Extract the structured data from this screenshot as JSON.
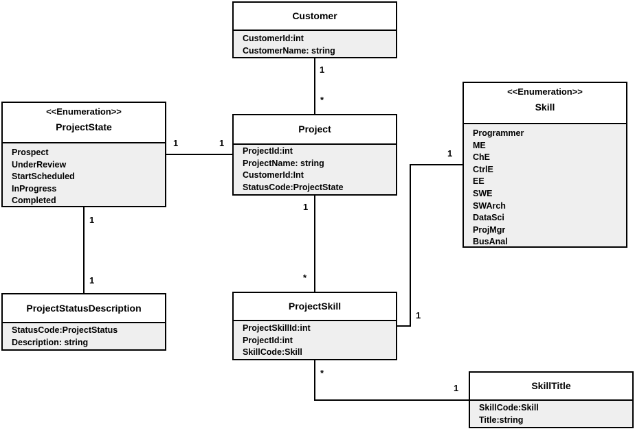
{
  "classes": {
    "customer": {
      "name": "Customer",
      "attributes": [
        "CustomerId:int",
        "CustomerName: string"
      ]
    },
    "project_state": {
      "stereotype": "<<Enumeration>>",
      "name": "ProjectState",
      "attributes": [
        "Prospect",
        "UnderReview",
        "StartScheduled",
        "InProgress",
        "Completed"
      ]
    },
    "project": {
      "name": "Project",
      "attributes": [
        "ProjectId:int",
        "ProjectName: string",
        "CustomerId:Int",
        "StatusCode:ProjectState"
      ]
    },
    "skill": {
      "stereotype": "<<Enumeration>>",
      "name": "Skill",
      "attributes": [
        "Programmer",
        "ME",
        "ChE",
        "CtrlE",
        "EE",
        "SWE",
        "SWArch",
        "DataSci",
        "ProjMgr",
        "BusAnal"
      ]
    },
    "project_status_description": {
      "name": "ProjectStatusDescription",
      "attributes": [
        "StatusCode:ProjectStatus",
        "Description: string"
      ]
    },
    "project_skill": {
      "name": "ProjectSkill",
      "attributes": [
        "ProjectSkillId:int",
        "ProjectId:int",
        "SkillCode:Skill"
      ]
    },
    "skill_title": {
      "name": "SkillTitle",
      "attributes": [
        "SkillCode:Skill",
        "Title:string"
      ]
    }
  },
  "associations": [
    {
      "from": "Customer",
      "to": "Project",
      "from_multiplicity": "1",
      "to_multiplicity": "*"
    },
    {
      "from": "ProjectState",
      "to": "Project",
      "from_multiplicity": "1",
      "to_multiplicity": "1"
    },
    {
      "from": "ProjectState",
      "to": "ProjectStatusDescription",
      "from_multiplicity": "1",
      "to_multiplicity": "1"
    },
    {
      "from": "Project",
      "to": "ProjectSkill",
      "from_multiplicity": "1",
      "to_multiplicity": "*"
    },
    {
      "from": "Skill",
      "to": "ProjectSkill",
      "from_multiplicity": "1",
      "to_multiplicity": "1"
    },
    {
      "from": "ProjectSkill",
      "to": "SkillTitle",
      "from_multiplicity": "*",
      "to_multiplicity": "1"
    }
  ]
}
